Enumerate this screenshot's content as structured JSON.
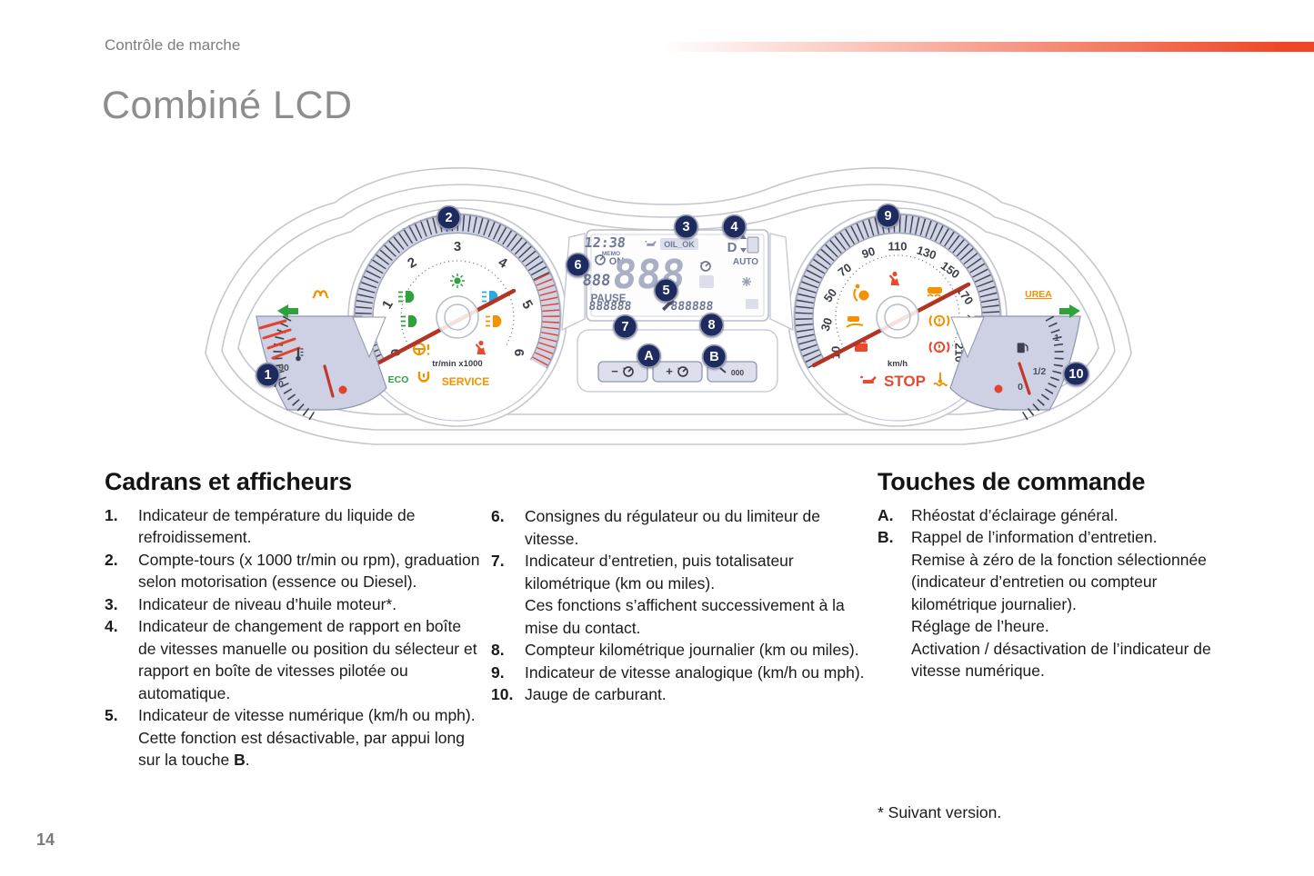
{
  "page": {
    "breadcrumb": "Contrôle de marche",
    "title": "Combiné LCD",
    "page_number": "14",
    "footnote": "* Suivant version.",
    "accent_color": "#ef4726"
  },
  "cluster": {
    "callouts": [
      "1",
      "2",
      "3",
      "4",
      "5",
      "6",
      "7",
      "8",
      "9",
      "10",
      "A",
      "B"
    ],
    "tach": {
      "labels": [
        "0",
        "1",
        "2",
        "3",
        "4",
        "5",
        "6"
      ],
      "unit": "tr/min x1000",
      "eco": "ECO",
      "service": "SERVICE"
    },
    "speedo": {
      "labels": [
        "10",
        "30",
        "50",
        "70",
        "90",
        "110",
        "130",
        "150",
        "170",
        "190",
        "210"
      ],
      "unit": "km/h",
      "stop": "STOP"
    },
    "temp_gauge": {
      "labels": [
        "90",
        "70"
      ]
    },
    "fuel_gauge": {
      "labels": [
        "1",
        "1/2",
        "0"
      ],
      "urea": "UREA"
    },
    "lcd": {
      "clock": "12:38",
      "oil_ok": "OIL_OK",
      "gear": "D",
      "auto": "AUTO",
      "memo": "MEMO",
      "on": "ON",
      "small_digits": "888",
      "pause": "PAUSE",
      "big_digits": "888",
      "odo_left": "888888",
      "odo_right": "888888"
    },
    "buttons": {
      "minus": "−",
      "plus": "+",
      "trip": "000"
    }
  },
  "sections": {
    "left": {
      "heading": "Cadrans et afficheurs",
      "items": [
        {
          "n": "1.",
          "t": "Indicateur de température du liquide de refroidissement."
        },
        {
          "n": "2.",
          "t": "Compte-tours (x 1000 tr/min ou rpm), graduation selon motorisation (essence ou Diesel)."
        },
        {
          "n": "3.",
          "t": "Indicateur de niveau d’huile moteur*."
        },
        {
          "n": "4.",
          "t": "Indicateur de changement de rapport en boîte de vitesses manuelle ou position du sélecteur et rapport en boîte de vitesses pilotée ou automatique."
        },
        {
          "n": "5.",
          "t": "Indicateur de vitesse numérique (km/h ou mph).",
          "t2": "Cette fonction est désactivable, par appui long sur la touche ",
          "t2b": "B",
          "t2end": "."
        }
      ]
    },
    "mid": {
      "items": [
        {
          "n": "6.",
          "t": "Consignes du régulateur ou du limiteur de vitesse."
        },
        {
          "n": "7.",
          "t": "Indicateur d’entretien, puis totalisateur kilométrique (km ou miles).",
          "t2": "Ces fonctions s’affichent successivement à la mise du contact."
        },
        {
          "n": "8.",
          "t": "Compteur kilométrique journalier (km ou miles)."
        },
        {
          "n": "9.",
          "t": "Indicateur de vitesse analogique (km/h ou mph)."
        },
        {
          "n": "10.",
          "t": "Jauge de carburant."
        }
      ]
    },
    "right": {
      "heading": "Touches de commande",
      "items": [
        {
          "n": "A.",
          "t": "Rhéostat d’éclairage général."
        },
        {
          "n": "B.",
          "t": "Rappel de l’information d’entretien.",
          "t2": "Remise à zéro de la fonction sélectionnée (indicateur d’entretien ou compteur kilométrique journalier).",
          "t3": "Réglage de l’heure.",
          "t4": "Activation / désactivation de l’indicateur de vitesse numérique."
        }
      ]
    }
  }
}
